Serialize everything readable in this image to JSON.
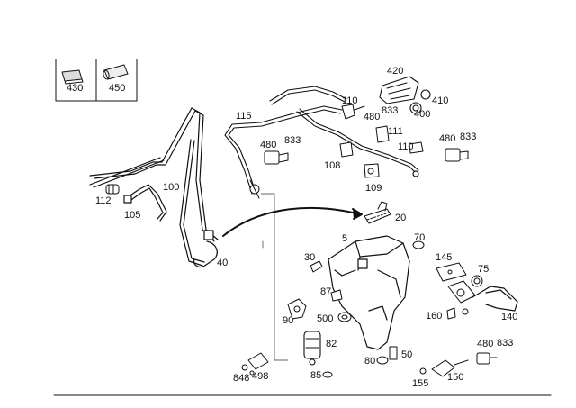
{
  "colors": {
    "ink": "#111111",
    "background": "#ffffff"
  },
  "legend": [
    {
      "id": "430",
      "label": "430",
      "icon": "pad-icon"
    },
    {
      "id": "450",
      "label": "450",
      "icon": "sleeve-icon"
    }
  ],
  "parts": {
    "p420": "420",
    "p410": "410",
    "p400": "400",
    "p110a": "110",
    "p480a": "480",
    "p833a": "833",
    "p115": "115",
    "p480b": "480",
    "p833b": "833",
    "p111": "111",
    "p110b": "110",
    "p480c": "480",
    "p833c": "833",
    "p108": "108",
    "p109": "109",
    "p100": "100",
    "p112": "112",
    "p105": "105",
    "p20": "20",
    "p40": "40",
    "p5": "5",
    "p70": "70",
    "p30": "30",
    "p145": "145",
    "p75": "75",
    "p87": "87",
    "p90": "90",
    "p500": "500",
    "p160": "160",
    "p140": "140",
    "p82": "82",
    "p80": "80",
    "p50": "50",
    "p480d": "480",
    "p833d": "833",
    "p848": "848",
    "p498": "498",
    "p85": "85",
    "p155": "155",
    "p150": "150"
  }
}
